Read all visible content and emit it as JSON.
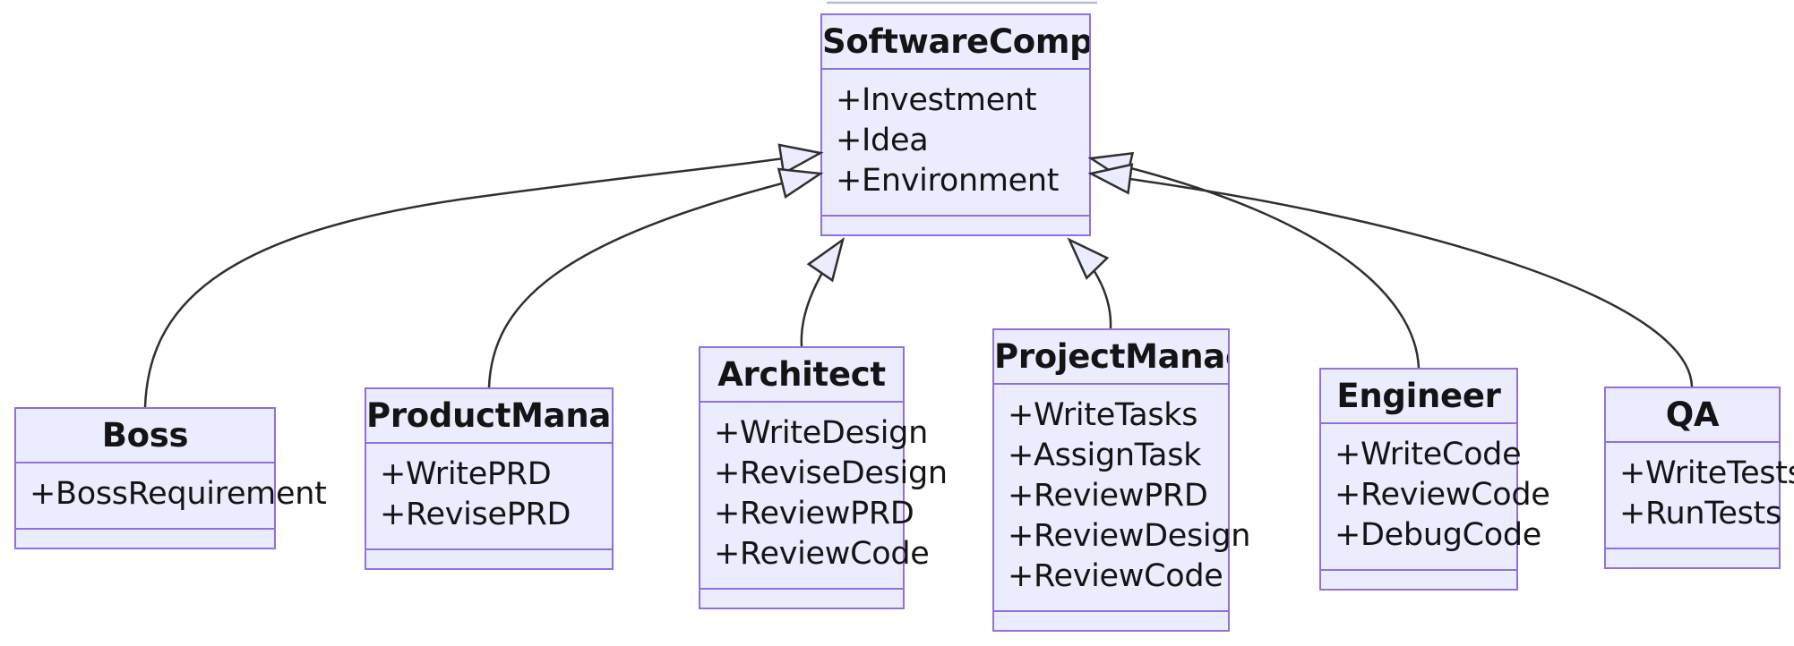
{
  "diagram": {
    "kind": "uml-class-diagram",
    "relation_type": "inheritance",
    "colors": {
      "class_fill": "#ECECFF",
      "class_border": "#9370DB",
      "edge_line": "#2f2f2f",
      "text": "#141414",
      "background": "#ffffff"
    }
  },
  "classes": [
    {
      "name": "SoftwareCompany",
      "members": [
        "+Investment",
        "+Idea",
        "+Environment"
      ]
    },
    {
      "name": "Boss",
      "members": [
        "+BossRequirement"
      ]
    },
    {
      "name": "ProductManager",
      "members": [
        "+WritePRD",
        "+RevisePRD"
      ]
    },
    {
      "name": "Architect",
      "members": [
        "+WriteDesign",
        "+ReviseDesign",
        "+ReviewPRD",
        "+ReviewCode"
      ]
    },
    {
      "name": "ProjectManager",
      "members": [
        "+WriteTasks",
        "+AssignTask",
        "+ReviewPRD",
        "+ReviewDesign",
        "+ReviewCode"
      ]
    },
    {
      "name": "Engineer",
      "members": [
        "+WriteCode",
        "+ReviewCode",
        "+DebugCode"
      ]
    },
    {
      "name": "QA",
      "members": [
        "+WriteTests",
        "+RunTests"
      ]
    }
  ],
  "edges": [
    {
      "from": "Boss",
      "to": "SoftwareCompany",
      "type": "inheritance"
    },
    {
      "from": "ProductManager",
      "to": "SoftwareCompany",
      "type": "inheritance"
    },
    {
      "from": "Architect",
      "to": "SoftwareCompany",
      "type": "inheritance"
    },
    {
      "from": "ProjectManager",
      "to": "SoftwareCompany",
      "type": "inheritance"
    },
    {
      "from": "Engineer",
      "to": "SoftwareCompany",
      "type": "inheritance"
    },
    {
      "from": "QA",
      "to": "SoftwareCompany",
      "type": "inheritance"
    }
  ]
}
